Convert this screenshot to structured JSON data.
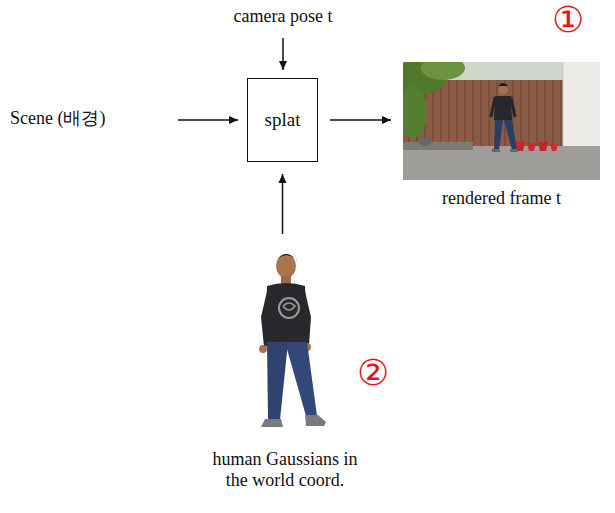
{
  "diagram": {
    "nodes": [
      {
        "text": [
          "splat"
        ]
      },
      {
        "text": [
          "rendered frame t"
        ]
      },
      {
        "text": [
          "human Gaussians in the world coord."
        ]
      }
    ],
    "edges": [
      {
        "from": 0,
        "to": 1,
        "arrow": "to"
      },
      {
        "from": 2,
        "to": 0,
        "arrow": "to"
      }
    ],
    "labels": [
      "camera pose t",
      "Scene (배경)",
      "①",
      "②"
    ]
  }
}
